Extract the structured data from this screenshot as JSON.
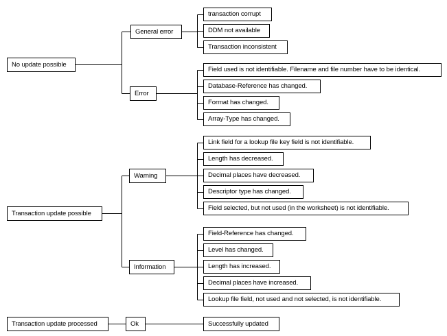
{
  "diagram": {
    "type": "tree",
    "colors": {
      "background": "#ffffff",
      "line": "#000000",
      "box_border": "#000000",
      "text": "#000000"
    }
  },
  "tree": [
    {
      "label": "No update possible",
      "children": [
        {
          "label": "General error",
          "children": [
            {
              "label": "transaction corrupt"
            },
            {
              "label": "DDM not available"
            },
            {
              "label": "Transaction inconsistent"
            }
          ]
        },
        {
          "label": "Error",
          "children": [
            {
              "label": "Field used is not identifiable. Filename and file number have to be identical."
            },
            {
              "label": "Database-Reference has changed."
            },
            {
              "label": "Format has changed."
            },
            {
              "label": "Array-Type has changed."
            }
          ]
        }
      ]
    },
    {
      "label": "Transaction update possible",
      "children": [
        {
          "label": "Warning",
          "children": [
            {
              "label": "Link field for a lookup file key field is not identifiable."
            },
            {
              "label": "Length has decreased."
            },
            {
              "label": "Decimal places have decreased."
            },
            {
              "label": "Descriptor type has changed."
            },
            {
              "label": "Field selected, but not used (in the worksheet) is not identifiable."
            }
          ]
        },
        {
          "label": "Information",
          "children": [
            {
              "label": "Field-Reference has changed."
            },
            {
              "label": "Level has changed."
            },
            {
              "label": "Length has increased."
            },
            {
              "label": "Decimal places have increased."
            },
            {
              "label": "Lookup file field, not used and not selected, is not identifiable."
            }
          ]
        }
      ]
    },
    {
      "label": "Transaction update processed",
      "children": [
        {
          "label": "Ok",
          "children": [
            {
              "label": "Successfully updated"
            }
          ]
        }
      ]
    }
  ]
}
